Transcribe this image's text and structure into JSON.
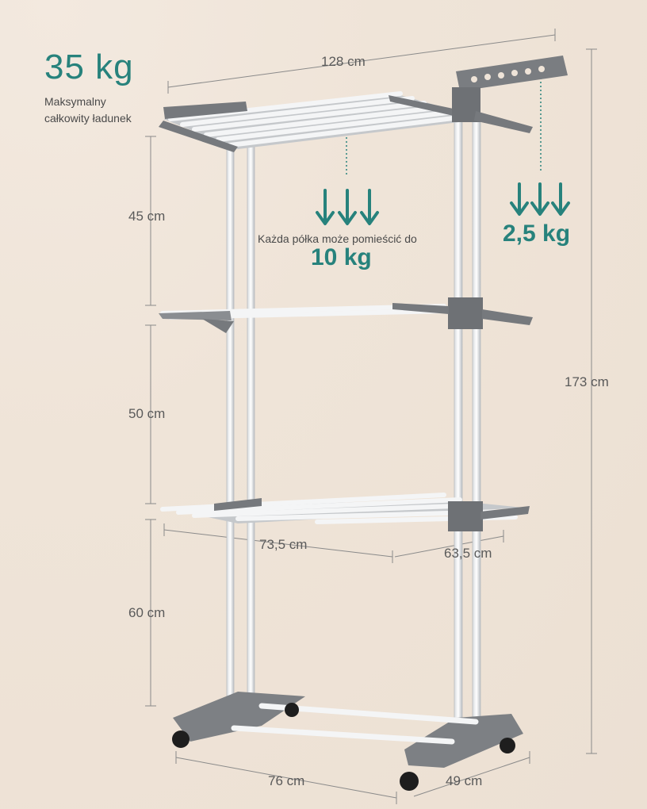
{
  "total_load": {
    "value": "35 kg",
    "caption": "Maksymalny całkowity ładunek"
  },
  "shelf_load": {
    "caption": "Każda półka może pomieścić do",
    "value": "10 kg"
  },
  "arm_load": {
    "value": "2,5 kg"
  },
  "dimensions": {
    "top_width": "128 cm",
    "tier1_height": "45 cm",
    "tier2_height": "50 cm",
    "tier3_height": "60 cm",
    "total_height": "173 cm",
    "shelf_length": "73,5 cm",
    "shelf_depth": "63,5 cm",
    "base_length": "76 cm",
    "base_depth": "49 cm"
  },
  "colors": {
    "accent": "#27827c",
    "frame_gray": "#76797d",
    "rail_white": "#f4f5f6"
  }
}
